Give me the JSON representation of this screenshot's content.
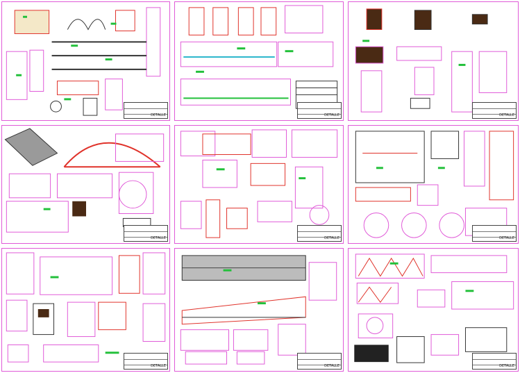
{
  "drawing_set": {
    "sheets": [
      {
        "id": "1",
        "title_block": "DETALLE"
      },
      {
        "id": "2",
        "title_block": "DETALLE"
      },
      {
        "id": "3",
        "title_block": "DETALLE"
      },
      {
        "id": "4",
        "title_block": "DETALLE"
      },
      {
        "id": "5",
        "title_block": "DETALLE"
      },
      {
        "id": "6",
        "title_block": "DETALLE"
      },
      {
        "id": "7",
        "title_block": "DETALLE"
      },
      {
        "id": "8",
        "title_block": "DETALLE"
      },
      {
        "id": "9",
        "title_block": "DETALLE"
      }
    ]
  },
  "colors": {
    "frame": "#e05ad8",
    "red": "#e0322a",
    "green": "#22c03a",
    "cyan": "#1fb3c9",
    "dark": "#333333"
  }
}
